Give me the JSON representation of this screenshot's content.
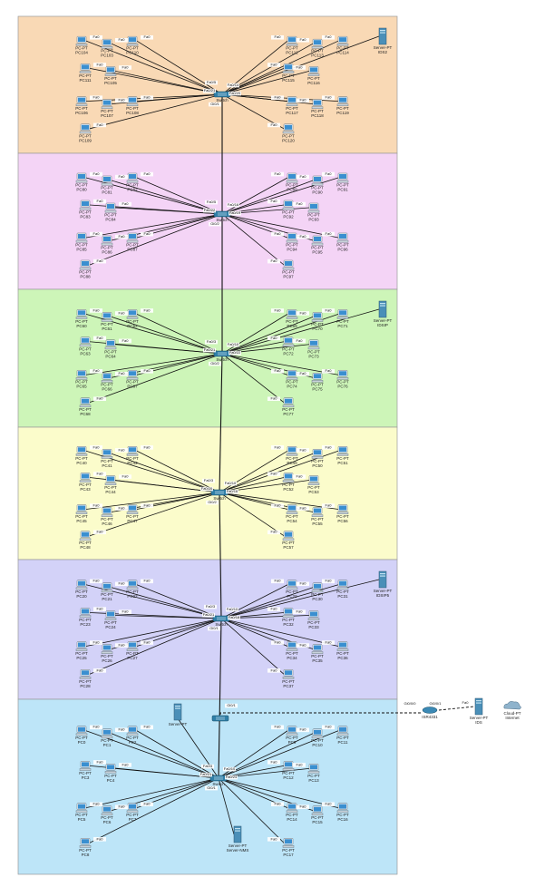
{
  "colors": {
    "zone1": "#f9d9b5",
    "zone2": "#f4d4f6",
    "zone3": "#cdf5b8",
    "zone4": "#fbfccb",
    "zone5": "#d3d2f8",
    "zone6": "#bde5f8",
    "zone_border": "#9a9a9a",
    "link": "#111111",
    "pc_screen": "#3a8fd0",
    "server": "#4a8fb8",
    "switch": "#2f7fa8"
  },
  "zones": [
    {
      "switch_label": "Switch",
      "uplink_port": "Gi0/1",
      "core_ports": [
        "Fa0/5",
        "Fa0/14",
        "Fa0/21",
        "Fa0/20"
      ],
      "pcs_left": [
        "PC104",
        "PC103",
        "PC110",
        "PC111",
        "PC105",
        "PC106",
        "PC107",
        "PC108",
        "PC109"
      ],
      "pcs_right": [
        "PC112",
        "PC113",
        "PC114",
        "PC115",
        "PC116",
        "PC117",
        "PC118",
        "PC119",
        "PC120"
      ],
      "server": "IDS2"
    },
    {
      "switch_label": "Switch",
      "uplink_port": "Gi0/2",
      "core_ports": [
        "Fa0/5",
        "Fa0/16",
        "Fa0/22",
        "Fa0/19"
      ],
      "pcs_left": [
        "PC80",
        "PC81",
        "PC82",
        "PC83",
        "PC84",
        "PC85",
        "PC86",
        "PC87",
        "PC88"
      ],
      "pcs_right": [
        "PC89",
        "PC90",
        "PC91",
        "PC92",
        "PC93",
        "PC94",
        "PC95",
        "PC96",
        "PC97"
      ],
      "server": ""
    },
    {
      "switch_label": "Switch",
      "uplink_port": "Gi0/2",
      "core_ports": [
        "Fa0/3",
        "Fa0/10",
        "Fa0/21",
        "Fa0/22"
      ],
      "pcs_left": [
        "PC60",
        "PC61",
        "PC62",
        "PC63",
        "PC64",
        "PC65",
        "PC66",
        "PC67",
        "PC68"
      ],
      "pcs_right": [
        "PC69",
        "PC70",
        "PC71",
        "PC72",
        "PC73",
        "PC74",
        "PC75",
        "PC76",
        "PC77"
      ],
      "server": "IDSIP"
    },
    {
      "switch_label": "Switch",
      "uplink_port": "Gi0/2",
      "core_ports": [
        "Fa0/3",
        "Fa0/10",
        "Fa0/20",
        "Fa0/16"
      ],
      "pcs_left": [
        "PC40",
        "PC41",
        "PC42",
        "PC43",
        "PC44",
        "PC45",
        "PC46",
        "PC47",
        "PC48"
      ],
      "pcs_right": [
        "PC49",
        "PC50",
        "PC51",
        "PC52",
        "PC53",
        "PC54",
        "PC55",
        "PC56",
        "PC57"
      ],
      "server": ""
    },
    {
      "switch_label": "Switch",
      "uplink_port": "Gi0/1",
      "core_ports": [
        "Fa0/3",
        "Fa0/10",
        "Fa0/21",
        "Fa0/18"
      ],
      "pcs_left": [
        "PC20",
        "PC21",
        "PC22",
        "PC23",
        "PC24",
        "PC25",
        "PC26",
        "PC27",
        "PC28"
      ],
      "pcs_right": [
        "PC29",
        "PC30",
        "PC31",
        "PC32",
        "PC33",
        "PC34",
        "PC35",
        "PC36",
        "PC37"
      ],
      "server": "IDSIP5"
    },
    {
      "switch_label": "Switch",
      "uplink_port": "Gi0/1",
      "core_ports": [
        "Fa0/3",
        "Fa0/10",
        "Fa0/21",
        "Fa0/24"
      ],
      "pcs_left": [
        "PC0",
        "PC1",
        "PC2",
        "PC3",
        "PC4",
        "PC5",
        "PC6",
        "PC7",
        "PC8"
      ],
      "pcs_right": [
        "PC9",
        "PC10",
        "PC11",
        "PC12",
        "PC13",
        "PC14",
        "PC15",
        "PC16",
        "PC17"
      ],
      "server": "Server-NMS"
    }
  ],
  "port_default": "Fa0",
  "pc_type": "PC-PT",
  "server_type": "Server-PT",
  "core": {
    "switch_port_out": "Gi0/1",
    "router_port_in": "Gi0/0/0",
    "router_port_out": "Gi0/0/1",
    "router_label": "ISR4331",
    "server_port": "Fa0",
    "server_name": "IDS",
    "cloud_label": "Cloud-PT",
    "cloud_name": "Internet"
  }
}
